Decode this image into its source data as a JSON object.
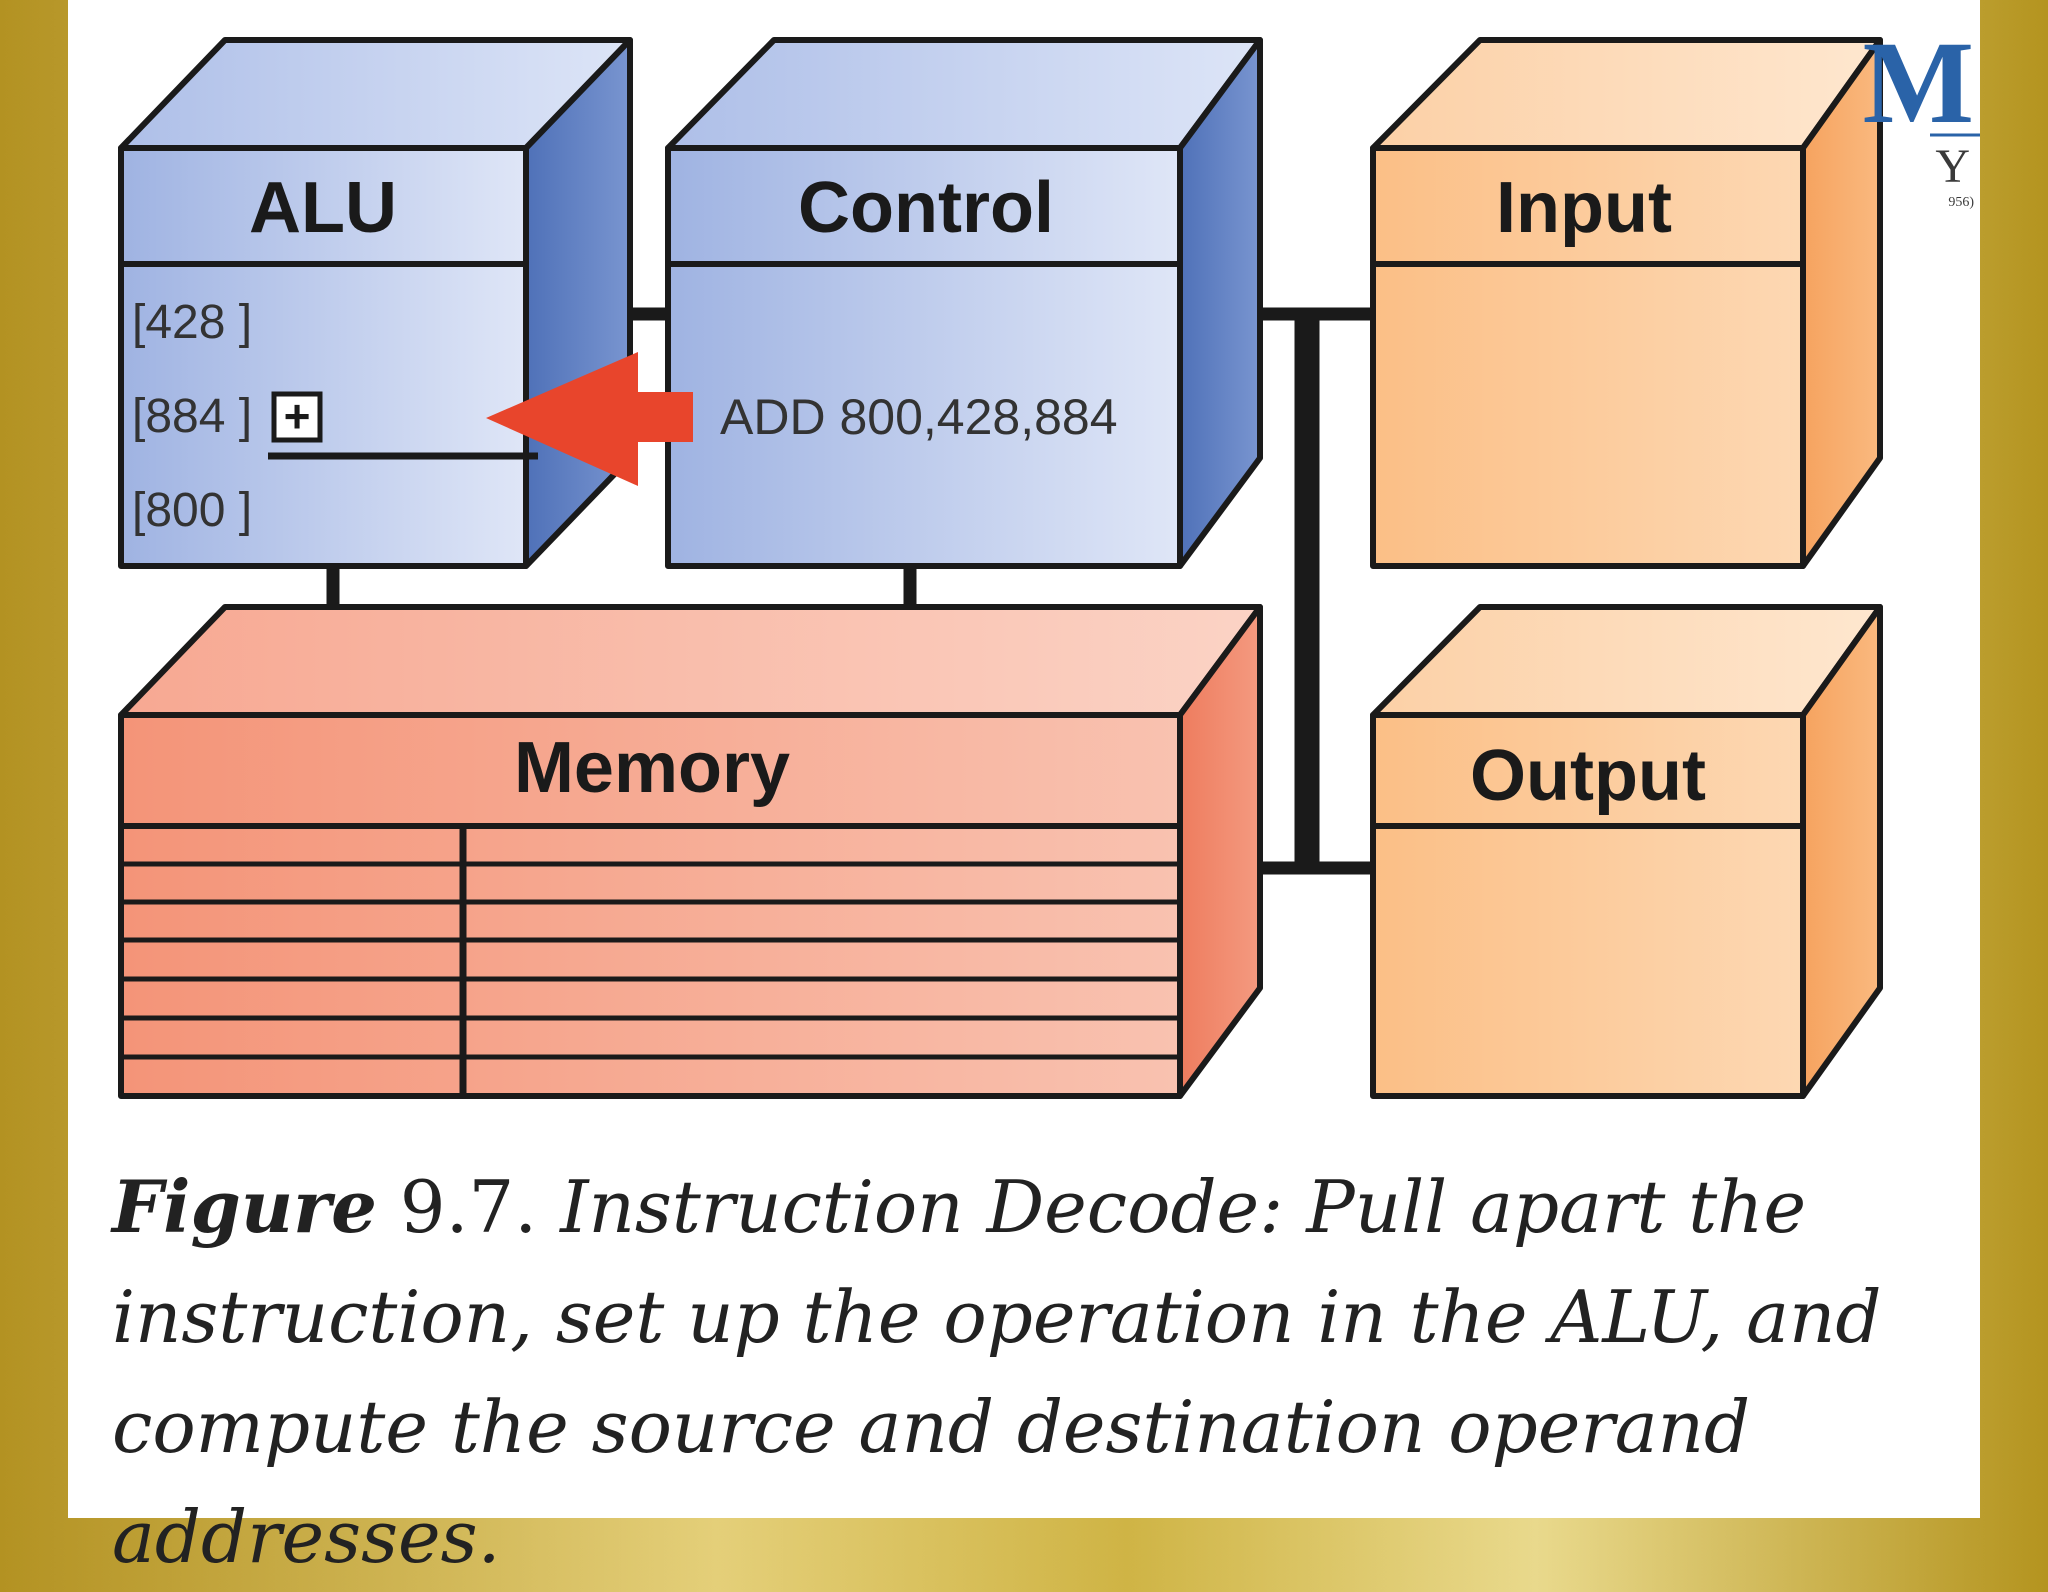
{
  "boxes": {
    "alu": "ALU",
    "control": "Control",
    "input": "Input",
    "memory": "Memory",
    "output": "Output"
  },
  "alu_registers": [
    "[428 ]",
    "[884 ]",
    "[800 ]"
  ],
  "alu_operation_symbol": "+",
  "control_instruction": "ADD 800,428,884",
  "caption": {
    "figure_word": "Figure",
    "figure_number": "9.7.",
    "text_line1": "Instruction Decode: Pull apart the",
    "text_line2": "instruction, set up the operation in the ALU, and",
    "text_line3": "compute the source and destination operand addresses."
  },
  "logo_fragment": {
    "letter": "M",
    "sub": "Y",
    "tiny": "956)"
  },
  "colors": {
    "blue_front": "#b9c8ea",
    "blue_side": "#5f7fc0",
    "orange_front": "#fbc897",
    "orange_side": "#f6a86a",
    "memory_front": "#f7ab95",
    "memory_side": "#ef8466",
    "arrow": "#e8452c"
  }
}
